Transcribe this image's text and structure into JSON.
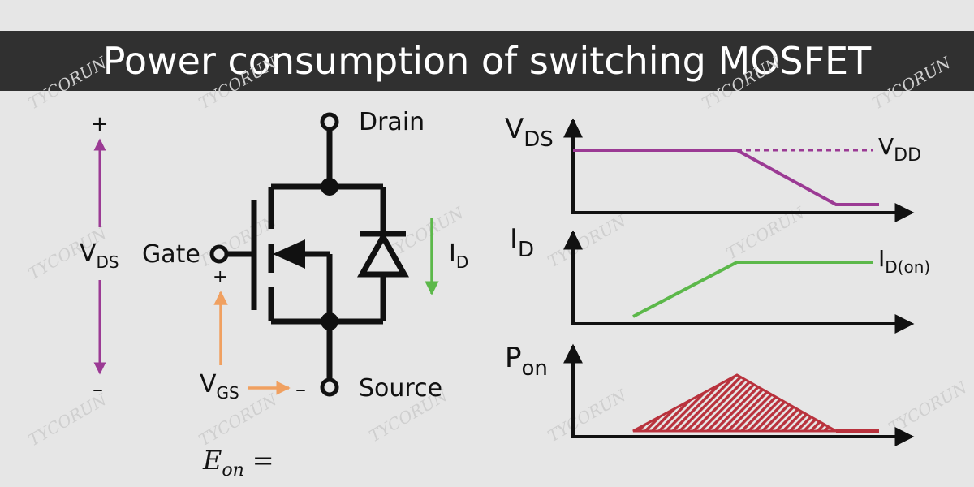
{
  "title": "Power consumption of switching MOSFET",
  "watermark": "TYCORUN",
  "colors": {
    "background": "#e6e6e6",
    "title_bar": "#303030",
    "purple": "#9b3a94",
    "green": "#5cb84a",
    "orange": "#f0a060",
    "red": "#b9323d",
    "black": "#111111"
  },
  "circuit": {
    "drain_label": "Drain",
    "gate_label": "Gate",
    "source_label": "Source",
    "vds_label": {
      "main": "V",
      "sub": "DS"
    },
    "id_label": {
      "main": "I",
      "sub": "D"
    },
    "vgs_label": {
      "main": "V",
      "sub": "GS"
    },
    "plus_top": "+",
    "minus_bottom": "–",
    "gate_plus": "+",
    "vgs_minus": "–"
  },
  "formula": {
    "main": "E",
    "sub": "on",
    "eq": "="
  },
  "waveforms": {
    "vds": {
      "axis": {
        "main": "V",
        "sub": "DS"
      },
      "level": {
        "main": "V",
        "sub": "DD"
      }
    },
    "id": {
      "axis": {
        "main": "I",
        "sub": "D"
      },
      "level": {
        "main": "I",
        "sub": "D(on)"
      }
    },
    "pon": {
      "axis": {
        "main": "P",
        "sub": "on"
      }
    }
  }
}
